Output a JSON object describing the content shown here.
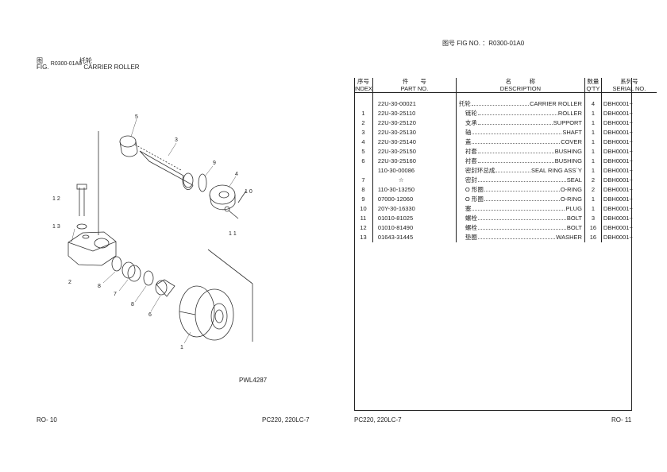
{
  "left_page": {
    "fig_label_zh": "图",
    "fig_label_en": "FIG.",
    "fig_number": "R0300-01A0",
    "title_zh": "托轮",
    "title_en": "CARRIER ROLLER",
    "drawing_code": "PWL4287",
    "page_number": "RO- 10",
    "model": "PC220, 220LC-7",
    "callouts": [
      "5",
      "3",
      "9",
      "4",
      "10",
      "11",
      "12",
      "13",
      "2",
      "8",
      "7",
      "8",
      "6",
      "1"
    ]
  },
  "right_page": {
    "fig_header": "图号  FIG NO. ：R0300-01A0",
    "page_number": "RO- 11",
    "model": "PC220, 220LC-7",
    "columns": {
      "index_zh": "序号",
      "index_en": "INDEX",
      "part_zh": "件　　号",
      "part_en": "PART NO.",
      "desc_zh": "名　　　称",
      "desc_en": "DESCRIPTION",
      "qty_zh": "数量",
      "qty_en": "Q'TY",
      "serial_zh": "系列号",
      "serial_en": "SERIAL NO."
    },
    "rows": [
      {
        "index": "",
        "part": "22U-30-00021",
        "desc_zh": "托轮",
        "desc_en": "CARRIER ROLLER",
        "qty": "4",
        "serial": "DBH0001~"
      },
      {
        "index": "1",
        "part": "22U-30-25110",
        "desc_zh": "链轮",
        "desc_en": "ROLLER",
        "qty": "1",
        "serial": "DBH0001~"
      },
      {
        "index": "2",
        "part": "22U-30-25120",
        "desc_zh": "支承",
        "desc_en": "SUPPORT",
        "qty": "1",
        "serial": "DBH0001~"
      },
      {
        "index": "3",
        "part": "22U-30-25130",
        "desc_zh": "轴",
        "desc_en": "SHAFT",
        "qty": "1",
        "serial": "DBH0001~"
      },
      {
        "index": "4",
        "part": "22U-30-25140",
        "desc_zh": "盖",
        "desc_en": "COVER",
        "qty": "1",
        "serial": "DBH0001~"
      },
      {
        "index": "5",
        "part": "22U-30-25150",
        "desc_zh": "衬套",
        "desc_en": "BUSHING",
        "qty": "1",
        "serial": "DBH0001~"
      },
      {
        "index": "6",
        "part": "22U-30-25160",
        "desc_zh": "衬套",
        "desc_en": "BUSHING",
        "qty": "1",
        "serial": "DBH0001~"
      },
      {
        "index": "",
        "part": "110-30-00086",
        "desc_zh": "密封环总成",
        "desc_en": "SEAL RING ASS`Y",
        "qty": "1",
        "serial": "DBH0001~"
      },
      {
        "index": "7",
        "part": "☆",
        "desc_zh": "密封",
        "desc_en": "SEAL",
        "qty": "2",
        "serial": "DBH0001~"
      },
      {
        "index": "8",
        "part": "110-30-13250",
        "desc_zh": "O 形圈",
        "desc_en": "O-RING",
        "qty": "2",
        "serial": "DBH0001~"
      },
      {
        "index": "9",
        "part": "07000-12060",
        "desc_zh": "O 形圈",
        "desc_en": "O-RING",
        "qty": "1",
        "serial": "DBH0001~"
      },
      {
        "index": "10",
        "part": "20Y-30-16330",
        "desc_zh": "塞",
        "desc_en": "PLUG",
        "qty": "1",
        "serial": "DBH0001~"
      },
      {
        "index": "11",
        "part": "01010-81025",
        "desc_zh": "螺栓",
        "desc_en": "BOLT",
        "qty": "3",
        "serial": "DBH0001~"
      },
      {
        "index": "12",
        "part": "01010-81490",
        "desc_zh": "螺栓",
        "desc_en": "BOLT",
        "qty": "16",
        "serial": "DBH0001~"
      },
      {
        "index": "13",
        "part": "01643-31445",
        "desc_zh": "垫圈",
        "desc_en": "WASHER",
        "qty": "16",
        "serial": "DBH0001~"
      }
    ]
  }
}
